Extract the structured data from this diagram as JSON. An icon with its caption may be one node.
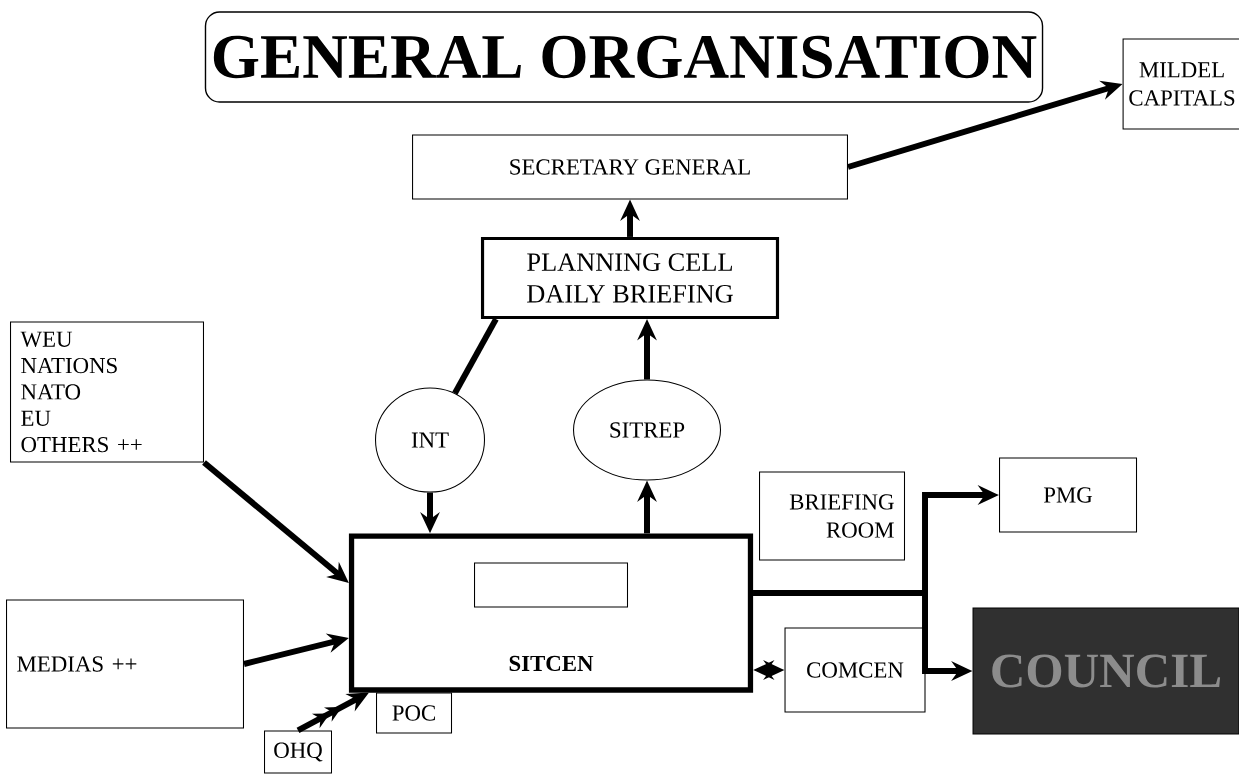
{
  "diagram": {
    "nodes": [
      {
        "text": [
          "GENERAL ORGANISATION"
        ]
      },
      {
        "text": [
          "MILDEL",
          "CAPITALS"
        ]
      },
      {
        "text": [
          "SECRETARY GENERAL"
        ]
      },
      {
        "text": [
          "PLANNING CELL",
          "DAILY BRIEFING"
        ]
      },
      {
        "text": [
          "WEU",
          "NATIONS",
          "NATO",
          "EU",
          "OTHERS ++"
        ]
      },
      {
        "text": [
          "INT"
        ]
      },
      {
        "text": [
          "SITREP"
        ]
      },
      {
        "text": [
          "SITCEN"
        ]
      },
      {
        "text": [],
        "shape": "box",
        "in": 7
      },
      {
        "text": [
          "BRIEFING ROOM"
        ]
      },
      {
        "text": [
          "PMG"
        ]
      },
      {
        "text": [
          "MEDIAS ++"
        ]
      },
      {
        "text": [
          "POC"
        ]
      },
      {
        "text": [
          "OHQ"
        ]
      },
      {
        "text": [
          "COMCEN"
        ]
      },
      {
        "text": [
          "COUNCIL"
        ]
      }
    ],
    "edges": [
      {
        "from": 2,
        "to": 1,
        "arrow": "to"
      },
      {
        "from": 3,
        "to": 2,
        "arrow": "to"
      },
      {
        "from": 5,
        "to": 3,
        "arrow": "none"
      },
      {
        "from": 7,
        "to": 6,
        "arrow": "to"
      },
      {
        "from": 6,
        "to": 3,
        "arrow": "to"
      },
      {
        "from": 5,
        "to": 7,
        "arrow": "to"
      },
      {
        "from": 4,
        "to": 7,
        "arrow": "to"
      },
      {
        "from": 11,
        "to": 7,
        "arrow": "to"
      },
      {
        "from": 13,
        "to": 7,
        "arrow": "to"
      },
      {
        "from": 7,
        "to": 14,
        "arrow": "both"
      },
      {
        "from": 7,
        "to": 10,
        "arrow": "to"
      },
      {
        "from": 7,
        "to": 15,
        "arrow": "to"
      }
    ]
  }
}
